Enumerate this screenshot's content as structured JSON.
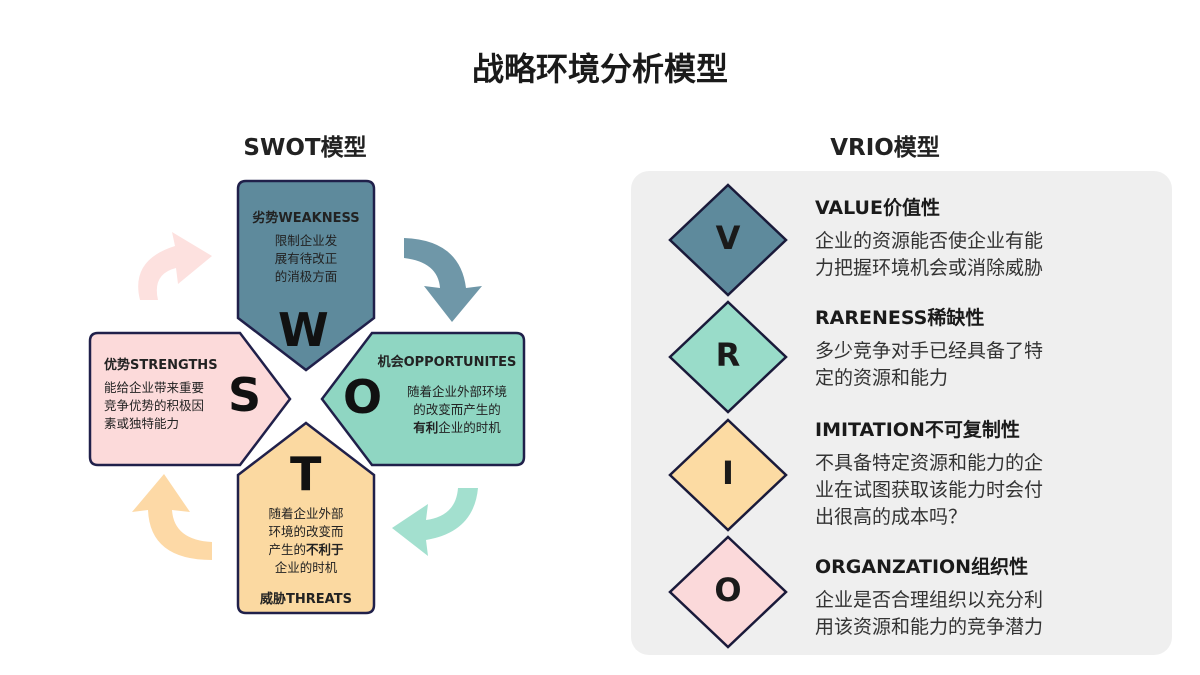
{
  "title": "战略环境分析模型",
  "swot": {
    "heading": "SWOT模型",
    "weakness": {
      "letter": "W",
      "title": "劣势WEAKNESS",
      "lines": [
        "限制企业发",
        "展有待改正",
        "的消极方面"
      ],
      "color": "#5e8a9c"
    },
    "opportunities": {
      "letter": "O",
      "title": "机会OPPORTUNITES",
      "line1": "随着企业外部环境",
      "line2": "的改变而产生的",
      "line3_bold": "有利",
      "line3_rest": "企业的时机",
      "color": "#8fd6c2"
    },
    "threats": {
      "letter": "T",
      "title": "威胁THREATS",
      "line1": "随着企业外部",
      "line2": "环境的改变而",
      "line3_pre": "产生的",
      "line3_bold": "不利于",
      "line4": "企业的时机",
      "color": "#fbd9a1"
    },
    "strengths": {
      "letter": "S",
      "title": "优势STRENGTHS",
      "lines": [
        "能给企业带来重要",
        "竞争优势的积极因",
        "素或独特能力"
      ],
      "color": "#fcdada"
    }
  },
  "vrio": {
    "heading": "VRIO模型",
    "items": [
      {
        "letter": "V",
        "title": "VALUE价值性",
        "lines": [
          "企业的资源能否使企业有能",
          "力把握环境机会或消除威胁"
        ],
        "color": "#5e8a9c"
      },
      {
        "letter": "R",
        "title": "RARENESS稀缺性",
        "lines": [
          "多少竞争对手已经具备了特",
          "定的资源和能力"
        ],
        "color": "#99dcc9"
      },
      {
        "letter": "I",
        "title": "IMITATION不可复制性",
        "lines": [
          "不具备特定资源和能力的企",
          "业在试图获取该能力时会付",
          "出很高的成本吗？"
        ],
        "color": "#fcdba3"
      },
      {
        "letter": "O",
        "title": "ORGANZATION组织性",
        "lines": [
          "企业是否合理组织以充分利",
          "用该资源和能力的竞争潜力"
        ],
        "color": "#fbd9da"
      }
    ]
  }
}
